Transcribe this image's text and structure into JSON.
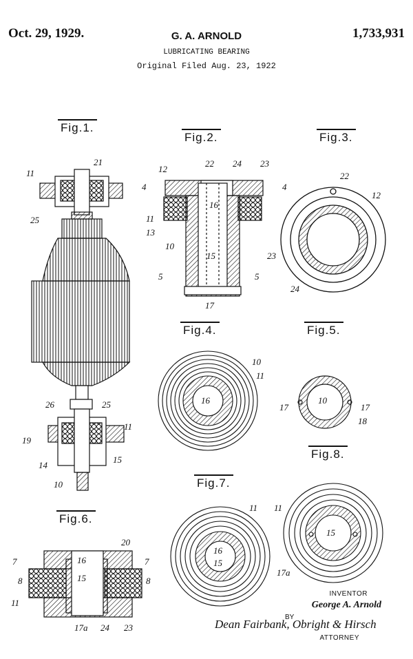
{
  "header": {
    "date": "Oct. 29, 1929.",
    "inventor": "G. A. ARNOLD",
    "patent_number": "1,733,931",
    "title": "LUBRICATING BEARING",
    "filed": "Original Filed Aug. 23, 1922"
  },
  "figures": {
    "fig1": "Fig.1.",
    "fig2": "Fig.2.",
    "fig3": "Fig.3.",
    "fig4": "Fig.4.",
    "fig5": "Fig.5.",
    "fig6": "Fig.6.",
    "fig7": "Fig.7.",
    "fig8": "Fig.8."
  },
  "refs": {
    "n11a": "11",
    "n21": "21",
    "n25a": "25",
    "n26": "26",
    "n25b": "25",
    "n11b": "11",
    "n19": "19",
    "n14": "14",
    "n15a": "15",
    "n10a": "10",
    "n12a": "12",
    "n22a": "22",
    "n24a": "24",
    "n23a": "23",
    "n4a": "4",
    "n4b": "4",
    "n16a": "16",
    "n11c": "11",
    "n13": "13",
    "n10b": "10",
    "n15b": "15",
    "n5a": "5",
    "n5b": "5",
    "n17a": "17",
    "n22b": "22",
    "n12b": "12",
    "n23b": "23",
    "n24b": "24",
    "n10c": "10",
    "n11d": "11",
    "n16b": "16",
    "n10d": "10",
    "n17b": "17",
    "n17c": "17",
    "n18": "18",
    "n20": "20",
    "n7a": "7",
    "n7b": "7",
    "n16c": "16",
    "n8a": "8",
    "n15c": "15",
    "n8b": "8",
    "n11e": "11",
    "n17d": "17a",
    "n24c": "24",
    "n23c": "23",
    "n11f": "11",
    "n16d": "16",
    "n15d": "15",
    "n11g": "11",
    "n15e": "15",
    "n17e": "17a"
  },
  "signature": {
    "inventor_label": "INVENTOR",
    "inventor_name": "George A. Arnold",
    "by": "BY",
    "attorney_name": "Dean Fairbank, Obright & Hirsch",
    "attorney_label": "ATTORNEY"
  }
}
